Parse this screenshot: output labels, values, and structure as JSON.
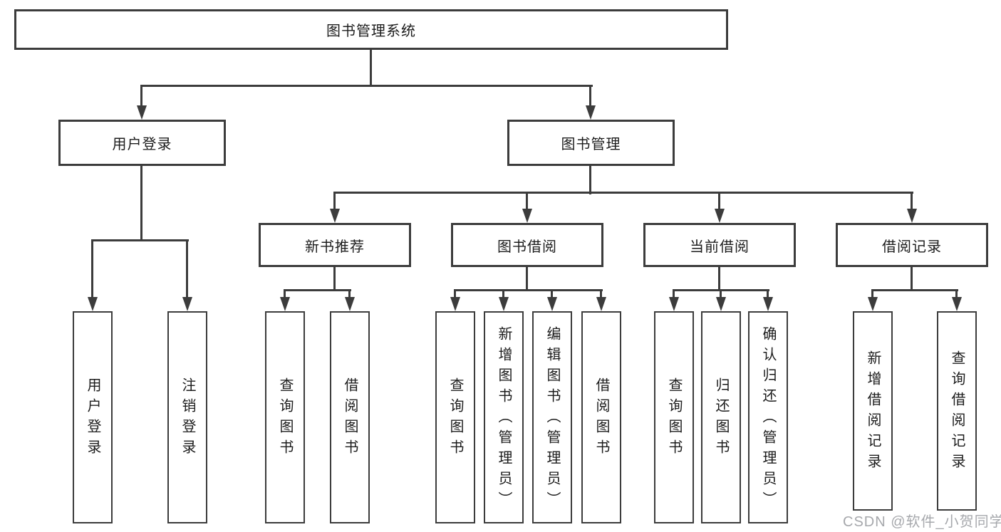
{
  "tree": {
    "label": "图书管理系统",
    "children": [
      {
        "label": "用户登录",
        "children": [
          {
            "label": "用户登录"
          },
          {
            "label": "注销登录"
          }
        ]
      },
      {
        "label": "图书管理",
        "children": [
          {
            "label": "新书推荐",
            "children": [
              {
                "label": "查询图书"
              },
              {
                "label": "借阅图书"
              }
            ]
          },
          {
            "label": "图书借阅",
            "children": [
              {
                "label": "查询图书"
              },
              {
                "label": "新增图书（管理员）"
              },
              {
                "label": "编辑图书（管理员）"
              },
              {
                "label": "借阅图书"
              }
            ]
          },
          {
            "label": "当前借阅",
            "children": [
              {
                "label": "查询图书"
              },
              {
                "label": "归还图书"
              },
              {
                "label": "确认归还（管理员）"
              }
            ]
          },
          {
            "label": "借阅记录",
            "children": [
              {
                "label": "新增借阅记录"
              },
              {
                "label": "查询借阅记录"
              }
            ]
          }
        ]
      }
    ]
  },
  "watermark": {
    "text": "CSDN @软件_小贺同学"
  },
  "colors": {
    "line": "#3c3c3c",
    "box_border": "#3c3c3c",
    "box_fill": "#ffffff",
    "text": "#1c1c1c",
    "watermark": "#96999e",
    "background": "#ffffff"
  }
}
